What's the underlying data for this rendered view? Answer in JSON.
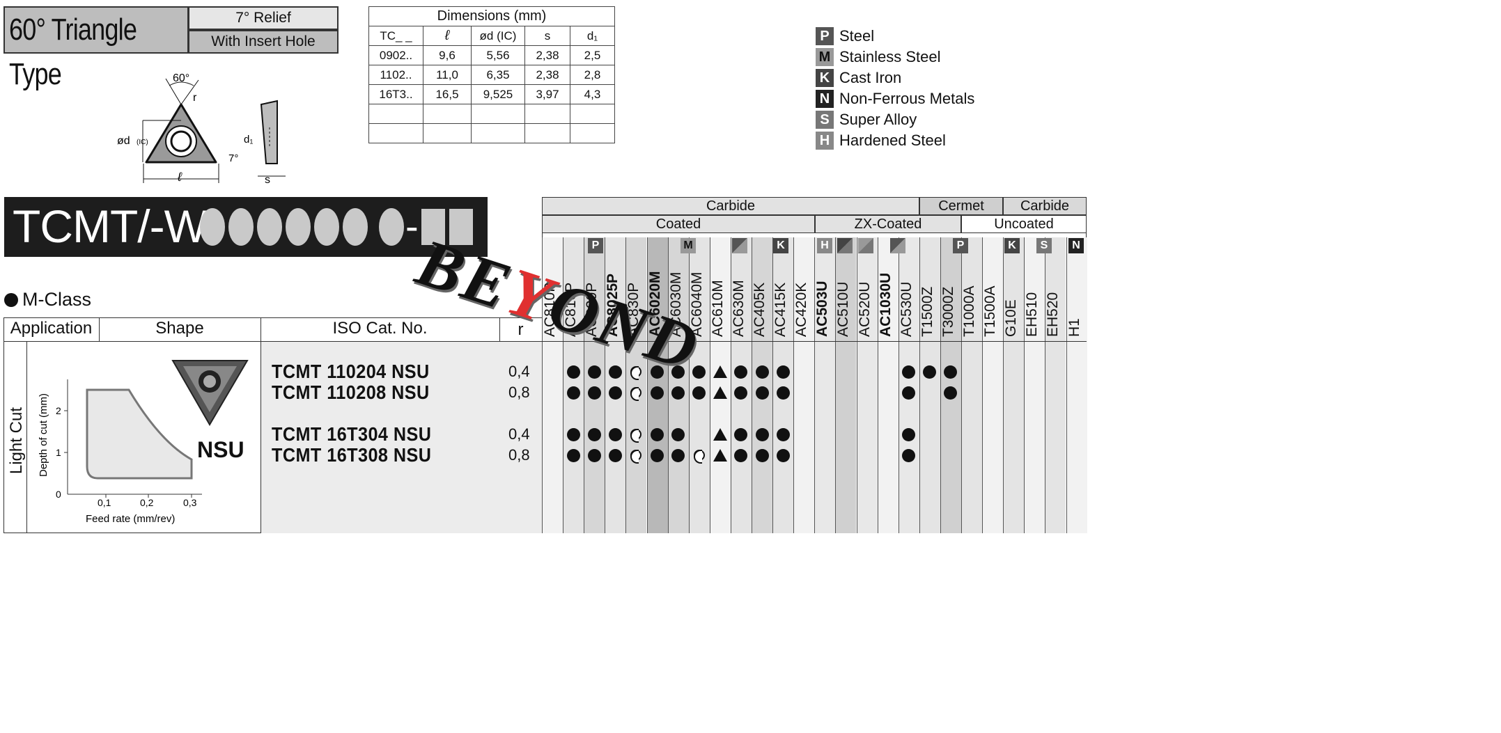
{
  "header": {
    "title": "60° Triangle Type",
    "relief": "7° Relief",
    "hole": "With Insert Hole"
  },
  "diagram": {
    "angle": "60°",
    "r": "r",
    "diameter": "ød",
    "ic": "(IC)",
    "d1": "d₁",
    "relief_angle": "7°",
    "l": "ℓ",
    "s": "s"
  },
  "dimensions": {
    "caption": "Dimensions (mm)",
    "headers": [
      "TC_ _",
      "ℓ",
      "ød (IC)",
      "s",
      "d₁"
    ],
    "rows": [
      [
        "0902..",
        "9,6",
        "5,56",
        "2,38",
        "2,5"
      ],
      [
        "1102..",
        "11,0",
        "6,35",
        "2,38",
        "2,8"
      ],
      [
        "16T3..",
        "16,5",
        "9,525",
        "3,97",
        "4,3"
      ],
      [
        "",
        "",
        "",
        "",
        ""
      ],
      [
        "",
        "",
        "",
        "",
        ""
      ]
    ]
  },
  "legend": [
    {
      "letter": "P",
      "label": "Steel",
      "color": "#555555"
    },
    {
      "letter": "M",
      "label": "Stainless Steel",
      "color": "#999999"
    },
    {
      "letter": "K",
      "label": "Cast Iron",
      "color": "#444444"
    },
    {
      "letter": "N",
      "label": "Non-Ferrous Metals",
      "color": "#222222"
    },
    {
      "letter": "S",
      "label": "Super Alloy",
      "color": "#777777"
    },
    {
      "letter": "H",
      "label": "Hardened Steel",
      "color": "#888888"
    }
  ],
  "banner": {
    "text": "TCMT/-W",
    "dash": "-"
  },
  "section": {
    "mclass": "M-Class"
  },
  "table": {
    "col_application": "Application",
    "col_shape": "Shape",
    "col_iso": "ISO Cat. No.",
    "col_r": "r",
    "group_carbide": "Carbide",
    "group_cermet": "Cermet",
    "group_carbide2": "Carbide",
    "group_coated": "Coated",
    "group_zx": "ZX-Coated",
    "group_uncoated": "Uncoated",
    "application": "Light Cut",
    "chipbreaker": "NSU",
    "graph_ylabel": "Depth of cut (mm)",
    "graph_xlabel": "Feed rate (mm/rev)",
    "graph_yticks": [
      "2",
      "1",
      "0"
    ],
    "graph_xticks": [
      "0,1",
      "0,2",
      "0,3"
    ],
    "grades": [
      "AC810P",
      "AC810P",
      "AC820P",
      "AC8025P",
      "AC830P",
      "AC6020M",
      "AC6030M",
      "AC6040M",
      "AC610M",
      "AC630M",
      "AC405K",
      "AC415K",
      "AC420K",
      "AC503U",
      "AC510U",
      "AC520U",
      "AC1030U",
      "AC530U",
      "T1500Z",
      "T3000Z",
      "T1000A",
      "T1500A",
      "G10E",
      "EH510",
      "EH520",
      "H1"
    ],
    "items": [
      {
        "cat": "TCMT 110204 NSU",
        "r": "0,4"
      },
      {
        "cat": "TCMT 110208 NSU",
        "r": "0,8"
      },
      {
        "cat": "TCMT 16T304 NSU",
        "r": "0,4"
      },
      {
        "cat": "TCMT 16T308 NSU",
        "r": "0,8"
      }
    ]
  },
  "watermark": {
    "a": "BE",
    "y": "Y",
    "b": "OND"
  }
}
